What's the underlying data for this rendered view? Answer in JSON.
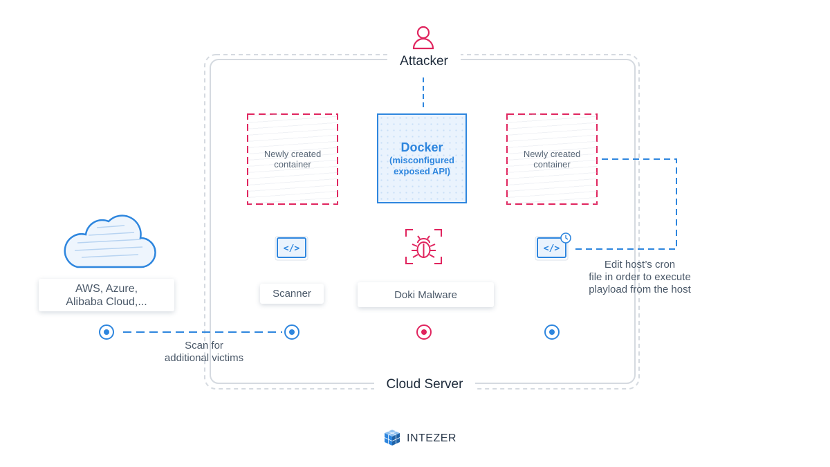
{
  "attacker_label": "Attacker",
  "cloud_server_label": "Cloud Server",
  "docker": {
    "title": "Docker",
    "subtitle_line1": "(misconfigured",
    "subtitle_line2": "exposed API)"
  },
  "containers": {
    "left_line1": "Newly created",
    "left_line2": "container",
    "right_line1": "Newly created",
    "right_line2": "container"
  },
  "cloud_providers": {
    "line1": "AWS, Azure,",
    "line2": "Alibaba Cloud,..."
  },
  "scanner_label": "Scanner",
  "malware_label": "Doki Malware",
  "scan_note": {
    "line1": "Scan for",
    "line2": "additional victims"
  },
  "cron_note": {
    "line1": "Edit host’s cron",
    "line2": "file in order to execute",
    "line3": "playload from the host"
  },
  "code_icon_text": "</>",
  "brand_name": "INTEZER",
  "colors": {
    "blue": "#2e86de",
    "red": "#e0245e",
    "gray_border": "#cfd5dc",
    "text_dark": "#1d2a3a",
    "text": "#4a5868"
  },
  "icons": [
    "user-icon",
    "cloud-icon",
    "code-icon",
    "code-clock-icon",
    "bug-icon",
    "intezer-cube-icon"
  ]
}
